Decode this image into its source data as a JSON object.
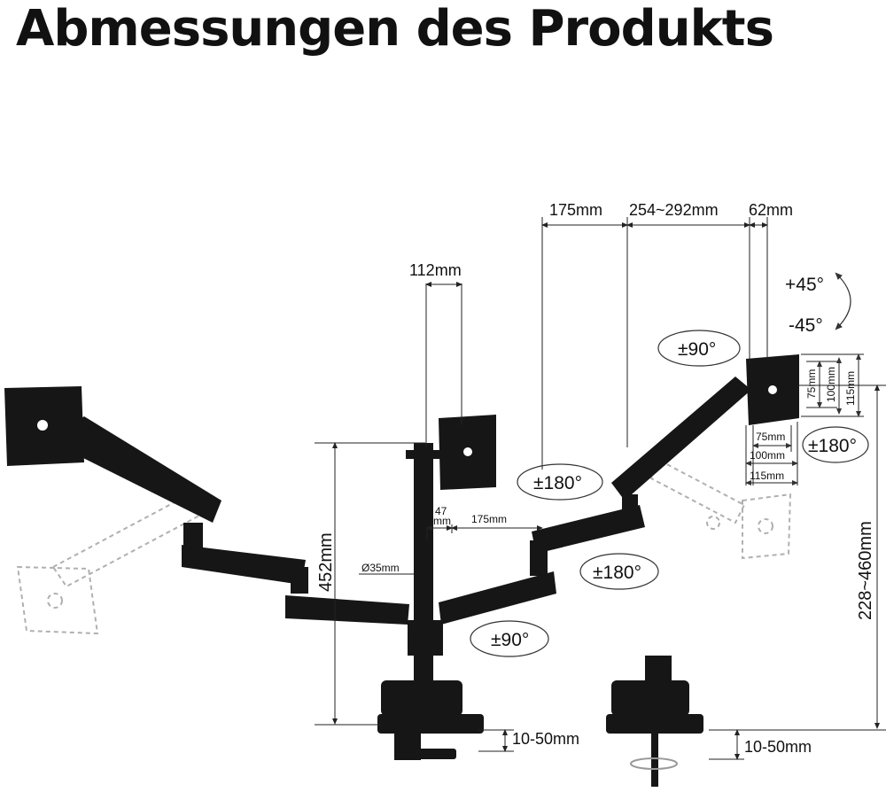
{
  "title": "Abmessungen des Produkts",
  "dimensions": {
    "vesa_offset": "112mm",
    "arm_segment_top": "175mm",
    "arm_extension": "254~292mm",
    "bracket_depth": "62mm",
    "pole_height": "452mm",
    "pole_diameter": "Ø35mm",
    "pole_gap_line1": "47",
    "pole_gap_line2": "mm",
    "arm_segment_mid": "175mm",
    "height_range": "228~460mm",
    "clamp_range_left": "10-50mm",
    "clamp_range_right": "10-50mm",
    "vesa_75_h": "75mm",
    "vesa_100_h": "100mm",
    "vesa_115_h": "115mm",
    "vesa_75_v": "75mm",
    "vesa_100_v": "100mm",
    "vesa_115_v": "115mm"
  },
  "rotations": {
    "tilt_up": "+45°",
    "tilt_down": "-45°",
    "swivel_top": "±90°",
    "rotate_right": "±180°",
    "arm_rotate_a": "±180°",
    "arm_rotate_b": "±180°",
    "base_swivel": "±90°"
  },
  "icons": [
    "monitor-mount-diagram",
    "rotation-arrow-icon",
    "tilt-arrow-icon",
    "desk-clamp-icon",
    "grommet-icon"
  ]
}
